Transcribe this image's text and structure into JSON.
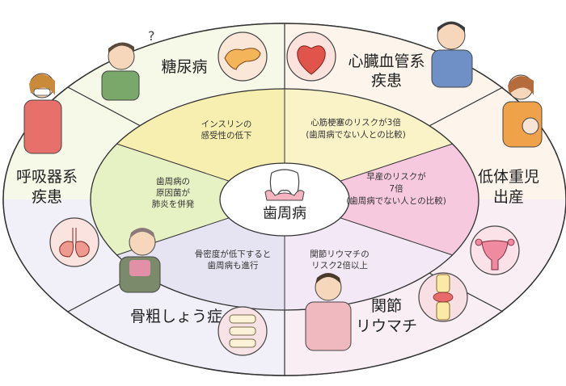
{
  "center": {
    "label": "歯周病"
  },
  "diseases": [
    {
      "name": "糖尿病",
      "effect_lines": [
        "インスリンの",
        "感受性の低下"
      ]
    },
    {
      "name_lines": [
        "心臓血管系",
        "疾患"
      ],
      "effect_lines": [
        "心筋梗塞のリスクが3倍",
        "(歯周病でない人との比較)"
      ]
    },
    {
      "name_lines": [
        "低体重児",
        "出産"
      ],
      "effect_lines": [
        "早産のリスクが",
        "7倍",
        "(歯周病でない人との比較)"
      ]
    },
    {
      "name_lines": [
        "関節",
        "リウマチ"
      ],
      "effect_lines": [
        "関節リウマチの",
        "リスク2倍以上"
      ]
    },
    {
      "name": "骨粗しょう症",
      "effect_lines": [
        "骨密度が低下すると",
        "歯周病も進行"
      ]
    },
    {
      "name_lines": [
        "呼吸器系",
        "疾患"
      ],
      "effect_lines": [
        "歯周病の",
        "原因菌が",
        "肺炎を併発"
      ]
    }
  ],
  "colors": {
    "ring_outline": "#333333",
    "seg_diabetes": "#f7efb0",
    "seg_heart": "#fbf3c8",
    "seg_birth": "#f7c9de",
    "seg_rheuma": "#f3e8f5",
    "seg_osteo": "#e6e4f2",
    "seg_resp": "#e7f2c4",
    "outer_top": "#fdf8e4",
    "outer_right": "#fbeef0",
    "outer_bottom": "#f2f0f8",
    "outer_left": "#f6f8ea"
  }
}
